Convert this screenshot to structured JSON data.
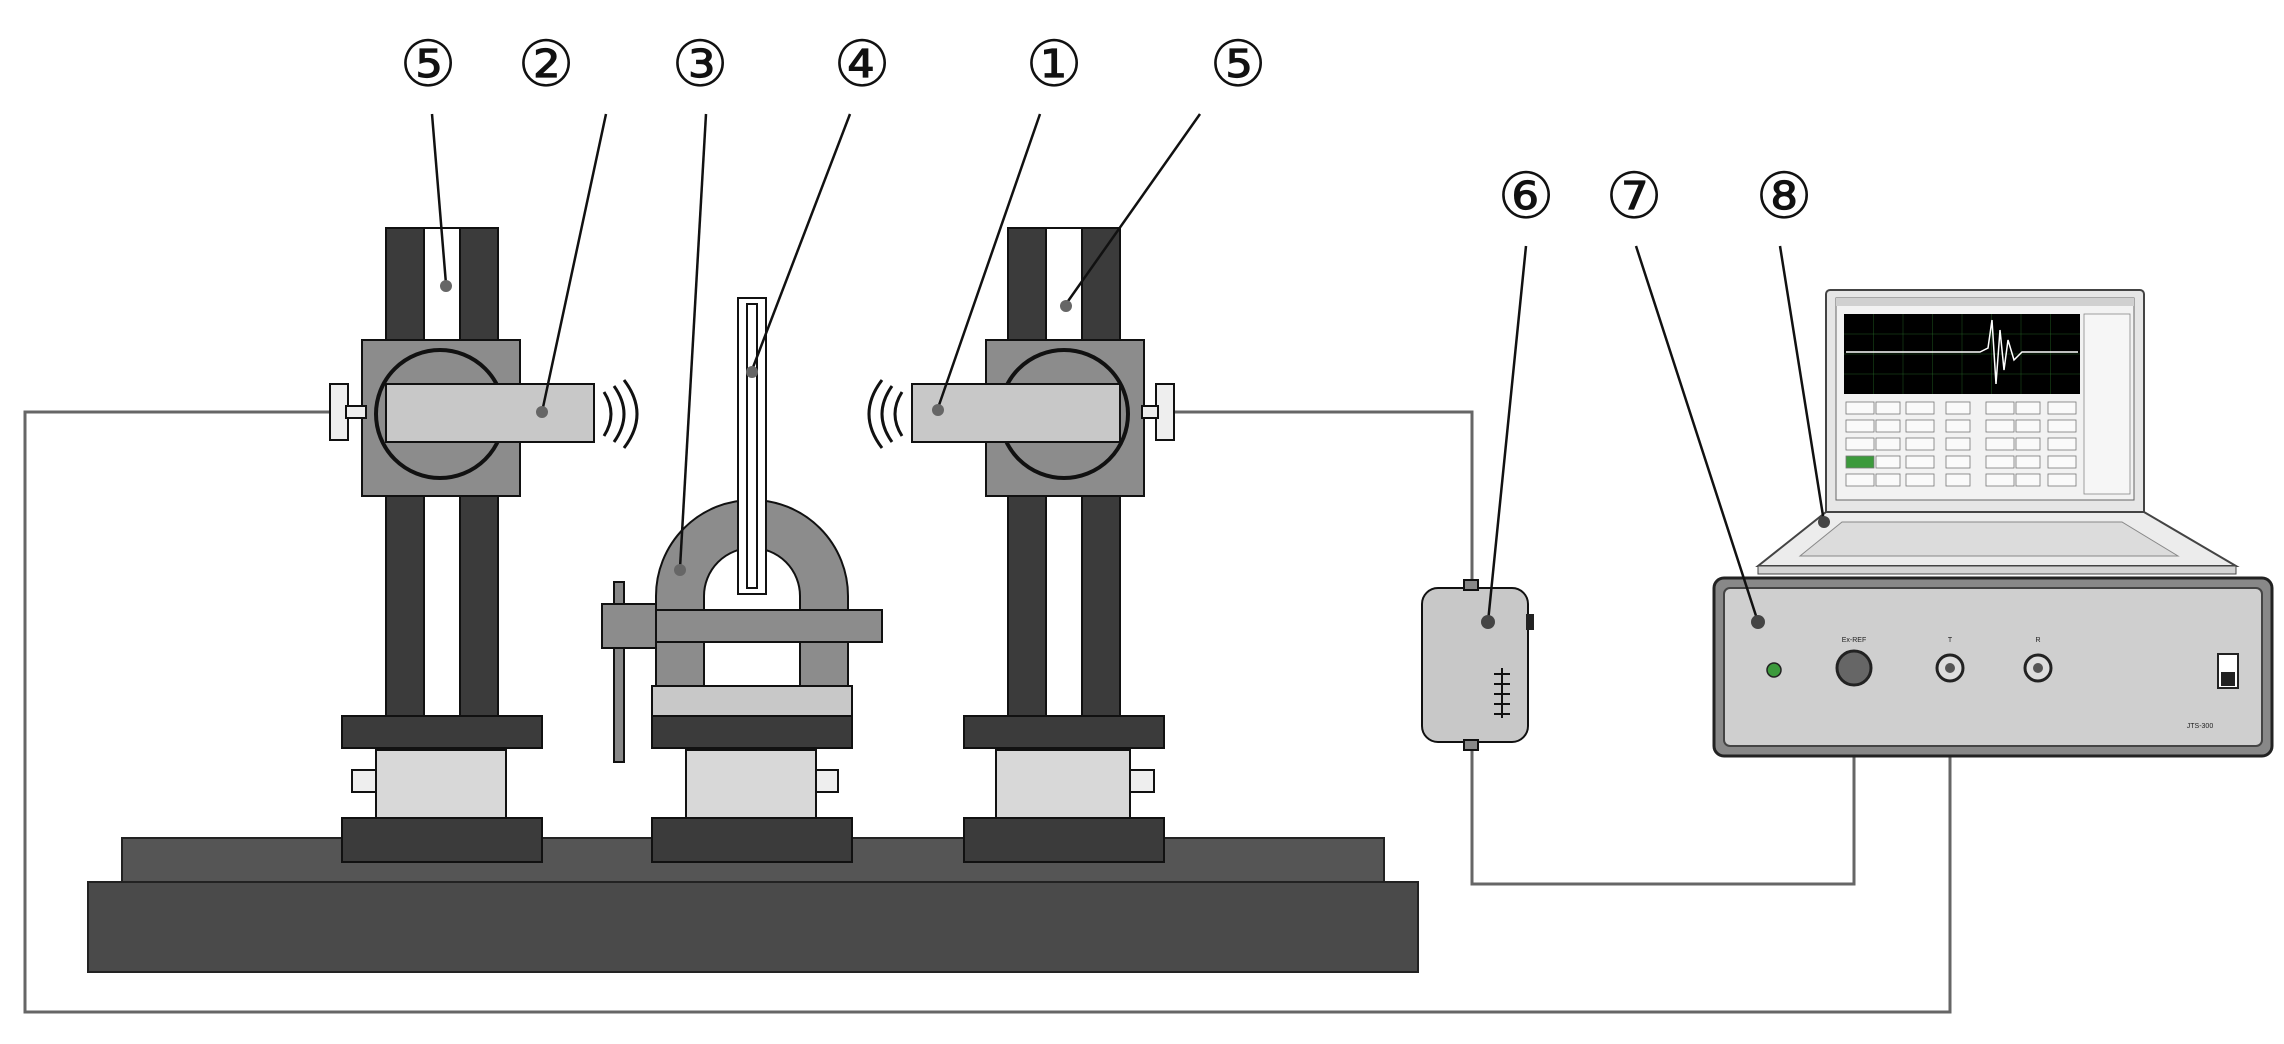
{
  "callouts": [
    {
      "id": "c5a",
      "label": "⑤"
    },
    {
      "id": "c2",
      "label": "②"
    },
    {
      "id": "c3",
      "label": "③"
    },
    {
      "id": "c4",
      "label": "④"
    },
    {
      "id": "c1",
      "label": "①"
    },
    {
      "id": "c5b",
      "label": "⑤"
    },
    {
      "id": "c6",
      "label": "⑥"
    },
    {
      "id": "c7",
      "label": "⑦"
    },
    {
      "id": "c8",
      "label": "⑧"
    }
  ],
  "instrument": {
    "port_labels": [
      "Ex-REF",
      "T",
      "R"
    ],
    "model_label": "JTS-300"
  },
  "colors": {
    "frame_dark": "#4a4a4a",
    "post_dark": "#3b3b3b",
    "part_mid": "#8c8c8c",
    "part_light": "#c8c8c8",
    "base": "#555555",
    "wire": "#666666",
    "screen_bg": "#000000",
    "screen_grid": "#2a7a2a",
    "signal": "#ffffff"
  }
}
